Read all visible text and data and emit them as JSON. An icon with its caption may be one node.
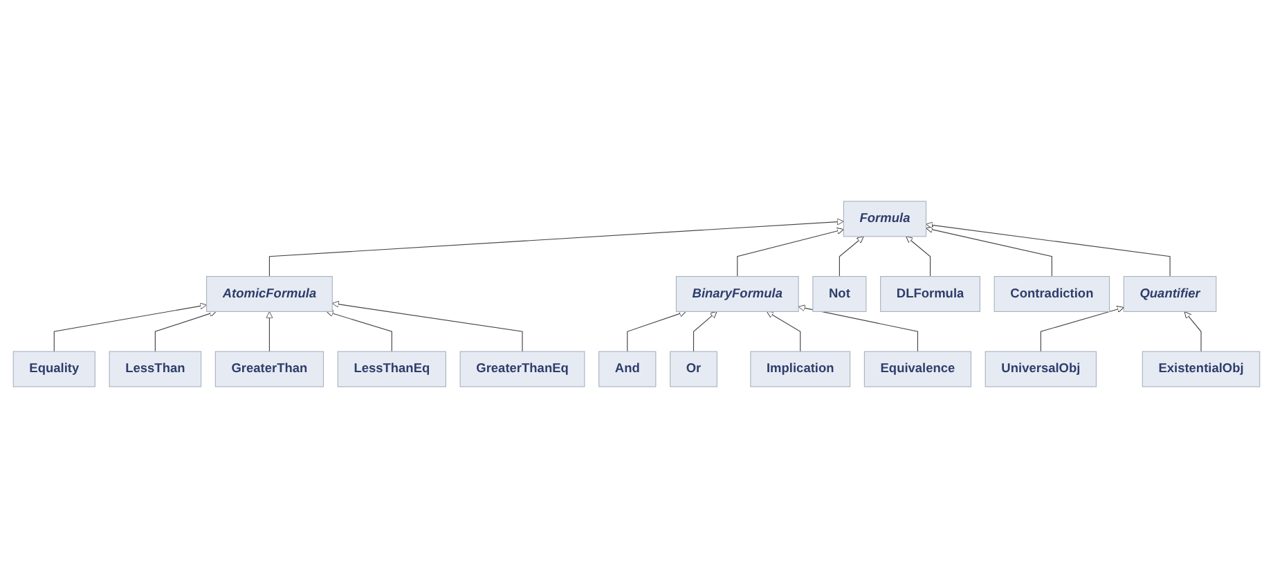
{
  "diagram": {
    "nodes": [
      {
        "text": [
          "Formula"
        ]
      },
      {
        "text": [
          "AtomicFormula"
        ]
      },
      {
        "text": [
          "BinaryFormula"
        ]
      },
      {
        "text": [
          "Not"
        ]
      },
      {
        "text": [
          "DLFormula"
        ]
      },
      {
        "text": [
          "Contradiction"
        ]
      },
      {
        "text": [
          "Quantifier"
        ]
      },
      {
        "text": [
          "Equality"
        ]
      },
      {
        "text": [
          "LessThan"
        ]
      },
      {
        "text": [
          "GreaterThan"
        ]
      },
      {
        "text": [
          "LessThanEq"
        ]
      },
      {
        "text": [
          "GreaterThanEq"
        ]
      },
      {
        "text": [
          "And"
        ]
      },
      {
        "text": [
          "Or"
        ]
      },
      {
        "text": [
          "Implication"
        ]
      },
      {
        "text": [
          "Equivalence"
        ]
      },
      {
        "text": [
          "UniversalObj"
        ]
      },
      {
        "text": [
          "ExistentialObj"
        ]
      }
    ],
    "edges": [
      {
        "from": 1,
        "to": 0,
        "arrow": "to"
      },
      {
        "from": 2,
        "to": 0,
        "arrow": "to"
      },
      {
        "from": 3,
        "to": 0,
        "arrow": "to"
      },
      {
        "from": 4,
        "to": 0,
        "arrow": "to"
      },
      {
        "from": 5,
        "to": 0,
        "arrow": "to"
      },
      {
        "from": 6,
        "to": 0,
        "arrow": "to"
      },
      {
        "from": 7,
        "to": 1,
        "arrow": "to"
      },
      {
        "from": 8,
        "to": 1,
        "arrow": "to"
      },
      {
        "from": 9,
        "to": 1,
        "arrow": "to"
      },
      {
        "from": 10,
        "to": 1,
        "arrow": "to"
      },
      {
        "from": 11,
        "to": 1,
        "arrow": "to"
      },
      {
        "from": 12,
        "to": 2,
        "arrow": "to"
      },
      {
        "from": 13,
        "to": 2,
        "arrow": "to"
      },
      {
        "from": 14,
        "to": 2,
        "arrow": "to"
      },
      {
        "from": 15,
        "to": 2,
        "arrow": "to"
      },
      {
        "from": 16,
        "to": 6,
        "arrow": "to"
      },
      {
        "from": 17,
        "to": 6,
        "arrow": "to"
      }
    ]
  }
}
